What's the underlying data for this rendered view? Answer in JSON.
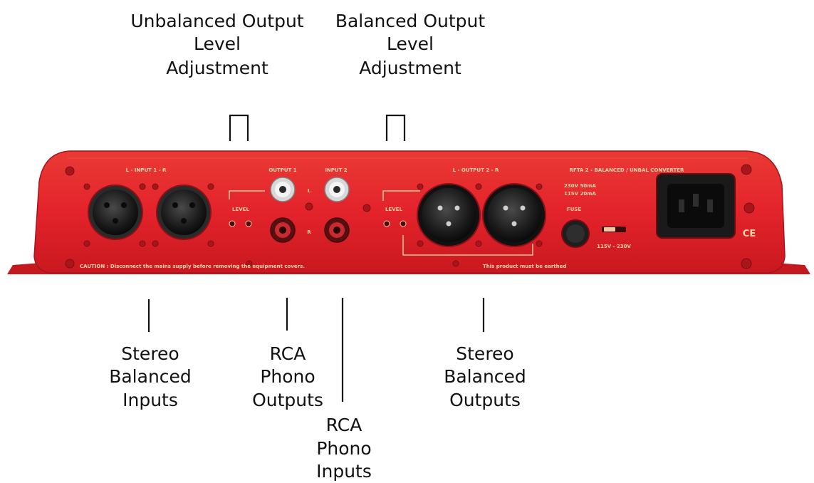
{
  "labels": {
    "unbalanced_level": [
      "Unbalanced Output",
      "Level",
      "Adjustment"
    ],
    "balanced_level": [
      "Balanced Output",
      "Level",
      "Adjustment"
    ],
    "stereo_inputs": [
      "Stereo",
      "Balanced",
      "Inputs"
    ],
    "rca_outputs": [
      "RCA",
      "Phono",
      "Outputs"
    ],
    "rca_inputs": [
      "RCA",
      "Phono",
      "Inputs"
    ],
    "stereo_outputs": [
      "Stereo",
      "Balanced",
      "Outputs"
    ]
  },
  "panel": {
    "input_header": "L - INPUT 1 - R",
    "output1_header": "OUTPUT 1",
    "input2_header": "INPUT 2",
    "output2_header": "L - OUTPUT 2 - R",
    "model_header": "RFTA 2 - BALANCED / UNBAL CONVERTER",
    "level_left": "LEVEL",
    "level_right": "LEVEL",
    "rca_l": "L",
    "rca_r": "R",
    "voltage_lines": [
      "230V 50mA",
      "115V 20mA"
    ],
    "fuse": "FUSE",
    "voltage_switch": "115V - 230V",
    "ce_mark": "CE",
    "caution": "CAUTION : Disconnect the mains supply before removing the equipment covers.",
    "earth_note": "This product must be earthed"
  },
  "colors": {
    "panel_red": "#e3232b",
    "panel_dark": "#b7161c",
    "label_ink": "#111111"
  }
}
